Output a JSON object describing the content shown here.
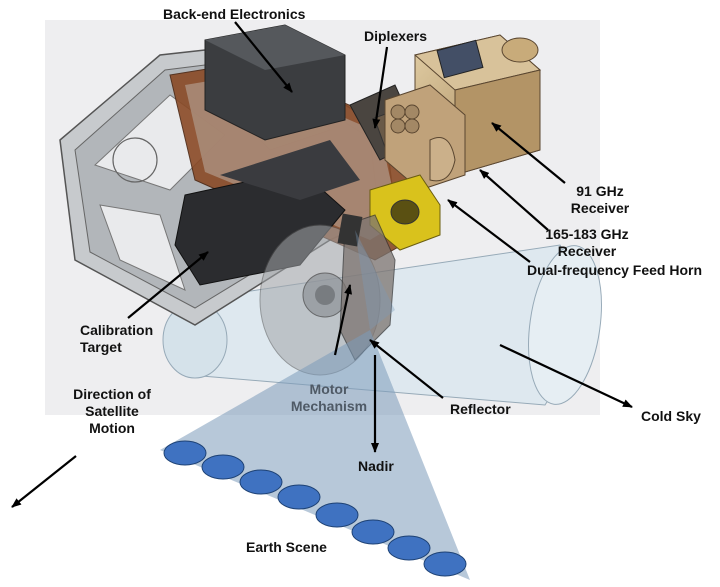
{
  "labels": {
    "back_end": "Back-end Electronics",
    "diplexers": "Diplexers",
    "receiver_91_l1": "91 GHz",
    "receiver_91_l2": "Receiver",
    "receiver_165_l1": "165-183 GHz",
    "receiver_165_l2": "Receiver",
    "feed_horn": "Dual-frequency Feed Horn",
    "calibration_l1": "Calibration",
    "calibration_l2": "Target",
    "direction_l1": "Direction of",
    "direction_l2": "Satellite",
    "direction_l3": "Motion",
    "motor_l1": "Motor",
    "motor_l2": "Mechanism",
    "reflector": "Reflector",
    "cold_sky": "Cold Sky",
    "nadir": "Nadir",
    "earth_scene": "Earth Scene"
  },
  "colors": {
    "frame": "#a9adb2",
    "copper": "#8a4a26",
    "gold": "#c4a676",
    "feed_horn": "#d9c21c",
    "cylinder": "#cfe0ea",
    "beam": "#7c9bb9",
    "footprint": "#3f72c1",
    "motor_text": "#4f5a66"
  },
  "footprint_count": 8
}
